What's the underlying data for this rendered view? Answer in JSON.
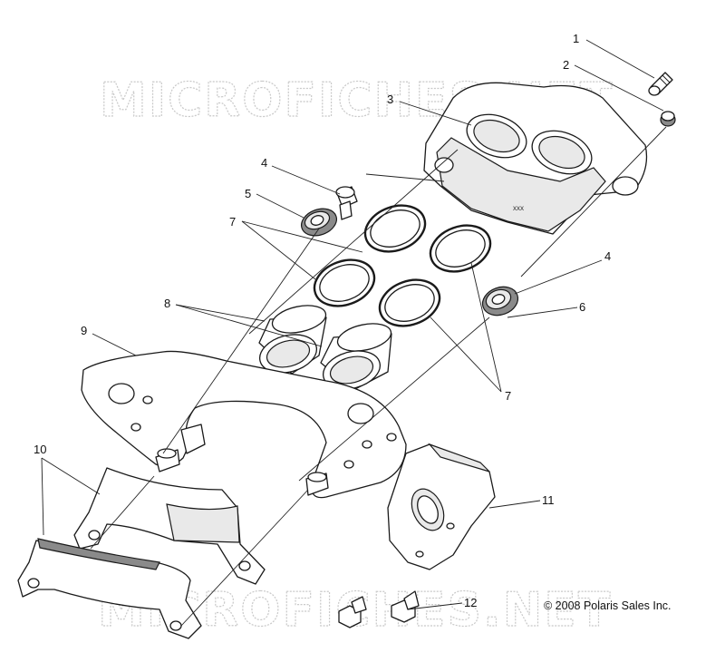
{
  "watermark": "MICROFICHES.NET",
  "copyright": "© 2008 Polaris Sales Inc.",
  "callouts": [
    {
      "label": "1"
    },
    {
      "label": "2"
    },
    {
      "label": "3"
    },
    {
      "label": "4"
    },
    {
      "label": "5"
    },
    {
      "label": "7"
    },
    {
      "label": "4"
    },
    {
      "label": "6"
    },
    {
      "label": "8"
    },
    {
      "label": "9"
    },
    {
      "label": "7"
    },
    {
      "label": "10"
    },
    {
      "label": "11"
    },
    {
      "label": "12"
    }
  ]
}
